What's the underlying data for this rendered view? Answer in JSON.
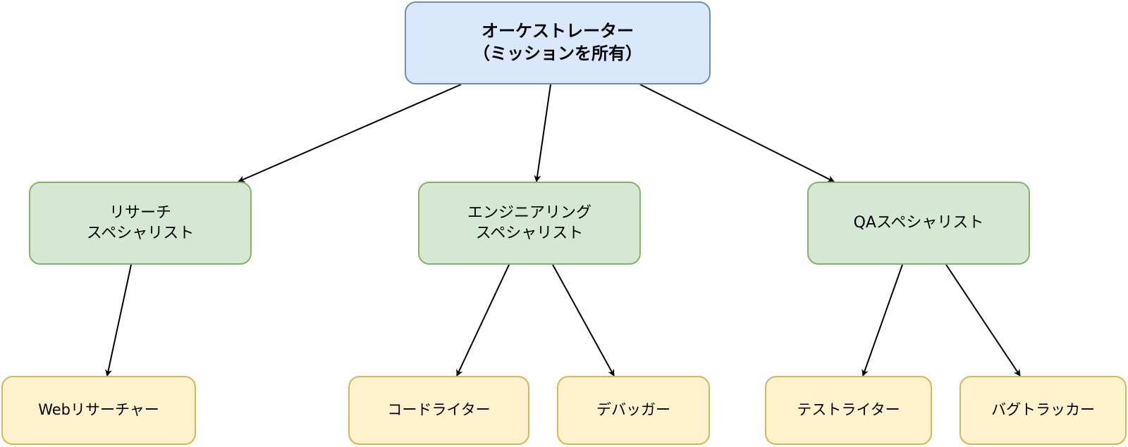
{
  "diagram": {
    "nodes": {
      "orchestrator": {
        "label": "オーケストレーター\n（ミッションを所有）",
        "fill": "#dae8fc",
        "stroke": "#6c8ebf"
      },
      "research_specialist": {
        "label": "リサーチ\nスペシャリスト",
        "fill": "#d5e8d4",
        "stroke": "#82b366"
      },
      "engineering_specialist": {
        "label": "エンジニアリング\nスペシャリスト",
        "fill": "#d5e8d4",
        "stroke": "#82b366"
      },
      "qa_specialist": {
        "label": "QAスペシャリスト",
        "fill": "#d5e8d4",
        "stroke": "#82b366"
      },
      "web_researcher": {
        "label": "Webリサーチャー",
        "fill": "#fff2cc",
        "stroke": "#d6b656"
      },
      "code_writer": {
        "label": "コードライター",
        "fill": "#fff2cc",
        "stroke": "#d6b656"
      },
      "debugger": {
        "label": "デバッガー",
        "fill": "#fff2cc",
        "stroke": "#d6b656"
      },
      "test_writer": {
        "label": "テストライター",
        "fill": "#fff2cc",
        "stroke": "#d6b656"
      },
      "bug_tracker": {
        "label": "バグトラッカー",
        "fill": "#fff2cc",
        "stroke": "#d6b656"
      }
    },
    "edges": [
      {
        "from": "orchestrator",
        "to": "research_specialist"
      },
      {
        "from": "orchestrator",
        "to": "engineering_specialist"
      },
      {
        "from": "orchestrator",
        "to": "qa_specialist"
      },
      {
        "from": "research_specialist",
        "to": "web_researcher"
      },
      {
        "from": "engineering_specialist",
        "to": "code_writer"
      },
      {
        "from": "engineering_specialist",
        "to": "debugger"
      },
      {
        "from": "qa_specialist",
        "to": "test_writer"
      },
      {
        "from": "qa_specialist",
        "to": "bug_tracker"
      }
    ],
    "edge_color": "#000000"
  }
}
